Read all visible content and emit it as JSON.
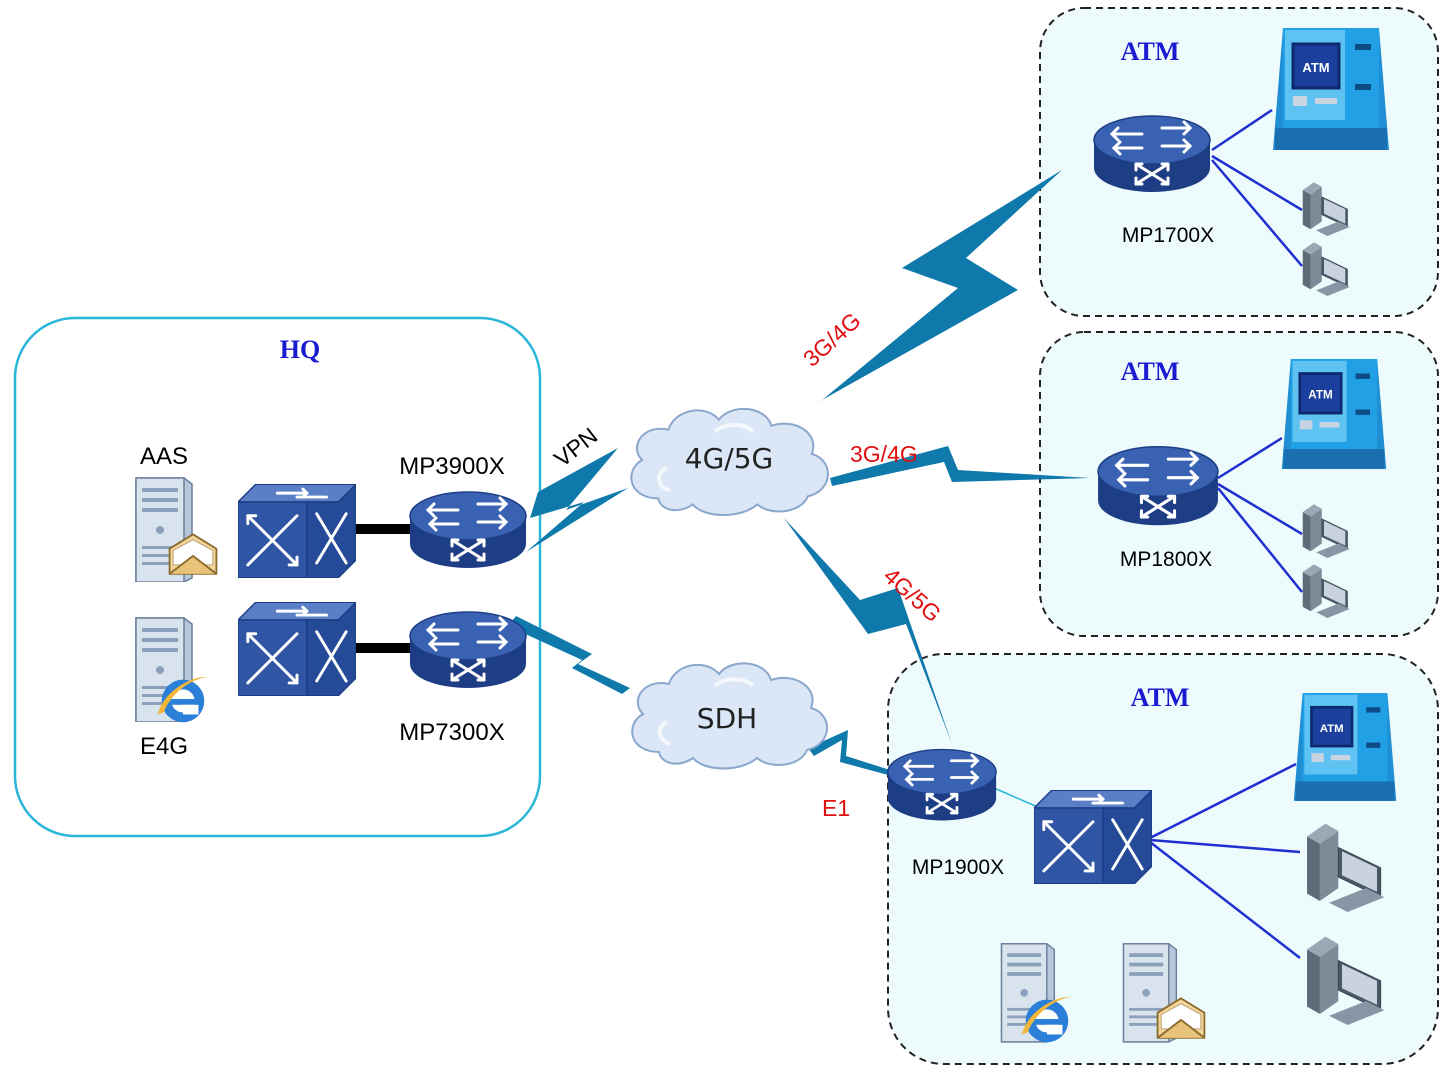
{
  "colors": {
    "hq_border": "#29b6d8",
    "zone_fill": "#eefbfd",
    "zone_text": "#1a1ad0",
    "router": "#2f55a4",
    "router_dark": "#1d3e85",
    "wan_link": "#0f79ac",
    "lan_link": "#1f2fd0",
    "link_label": "#e01010"
  },
  "hq": {
    "title": "HQ",
    "servers": [
      {
        "label": "AAS",
        "icon": "mail-server-icon"
      },
      {
        "label": "E4G",
        "icon": "web-server-icon"
      }
    ],
    "routers": [
      {
        "label": "MP3900X",
        "icon": "router-icon"
      },
      {
        "label": "MP7300X",
        "icon": "router-icon"
      }
    ]
  },
  "clouds": [
    {
      "label": "4G/5G",
      "icon": "cloud-icon"
    },
    {
      "label": "SDH",
      "icon": "cloud-icon"
    }
  ],
  "links": {
    "vpn": "VPN",
    "site1_link": "3G/4G",
    "site2_link": "3G/4G",
    "site3_link": "4G/5G",
    "sdh_link": "E1"
  },
  "sites": [
    {
      "title": "ATM",
      "router": "MP1700X",
      "icons": [
        "atm-icon",
        "pc-icon",
        "pc-icon"
      ]
    },
    {
      "title": "ATM",
      "router": "MP1800X",
      "icons": [
        "atm-icon",
        "pc-icon",
        "pc-icon"
      ]
    },
    {
      "title": "ATM",
      "router": "MP1900X",
      "icons": [
        "atm-icon",
        "switch-icon",
        "pc-icon",
        "pc-icon",
        "web-server-icon",
        "mail-server-icon"
      ]
    }
  ]
}
